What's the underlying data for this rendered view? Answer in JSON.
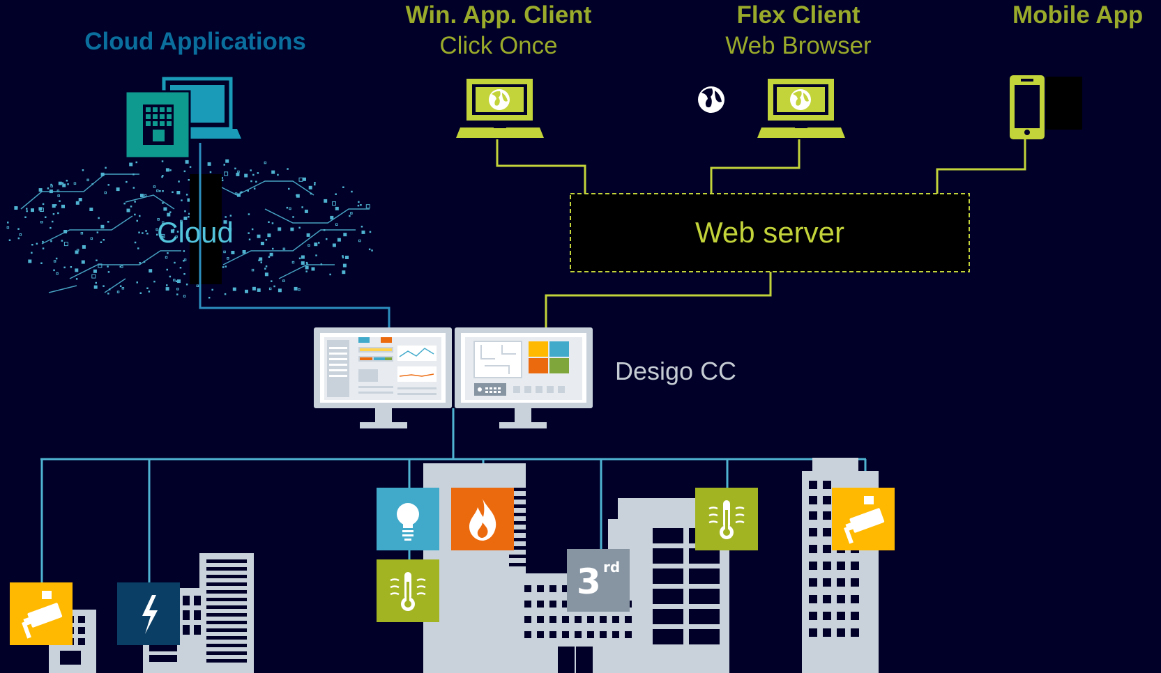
{
  "labels": {
    "cloud_applications": "Cloud Applications",
    "win_app_title": "Win. App. Client",
    "win_app_sub": "Click Once",
    "flex_title": "Flex Client",
    "flex_sub": "Web Browser",
    "mobile_title": "Mobile App",
    "cloud": "Cloud",
    "web_server": "Web server",
    "desigo": "Desigo CC",
    "third_party_num": "3",
    "third_party_sup": "rd"
  },
  "colors": {
    "background": "#000028",
    "cloud_blue": "#0b6f9e",
    "lime": "#c3d33a",
    "connection_blue": "#4fb3d1",
    "security_yellow": "#ffb900",
    "fire_orange": "#ec6a0e",
    "light_blue": "#41aacb",
    "climate_lime": "#a3b422",
    "power_navy": "#0a3e65",
    "third_gray": "#8795a3",
    "building_gray": "#c9d2db"
  },
  "icons": [
    "cloud-applications-icon",
    "globe-icon",
    "laptop-icon",
    "smartphone-icon",
    "workstation-monitor-icon",
    "security-camera-icon",
    "power-icon",
    "lightbulb-icon",
    "fire-icon",
    "thermometer-icon",
    "third-party-icon"
  ]
}
